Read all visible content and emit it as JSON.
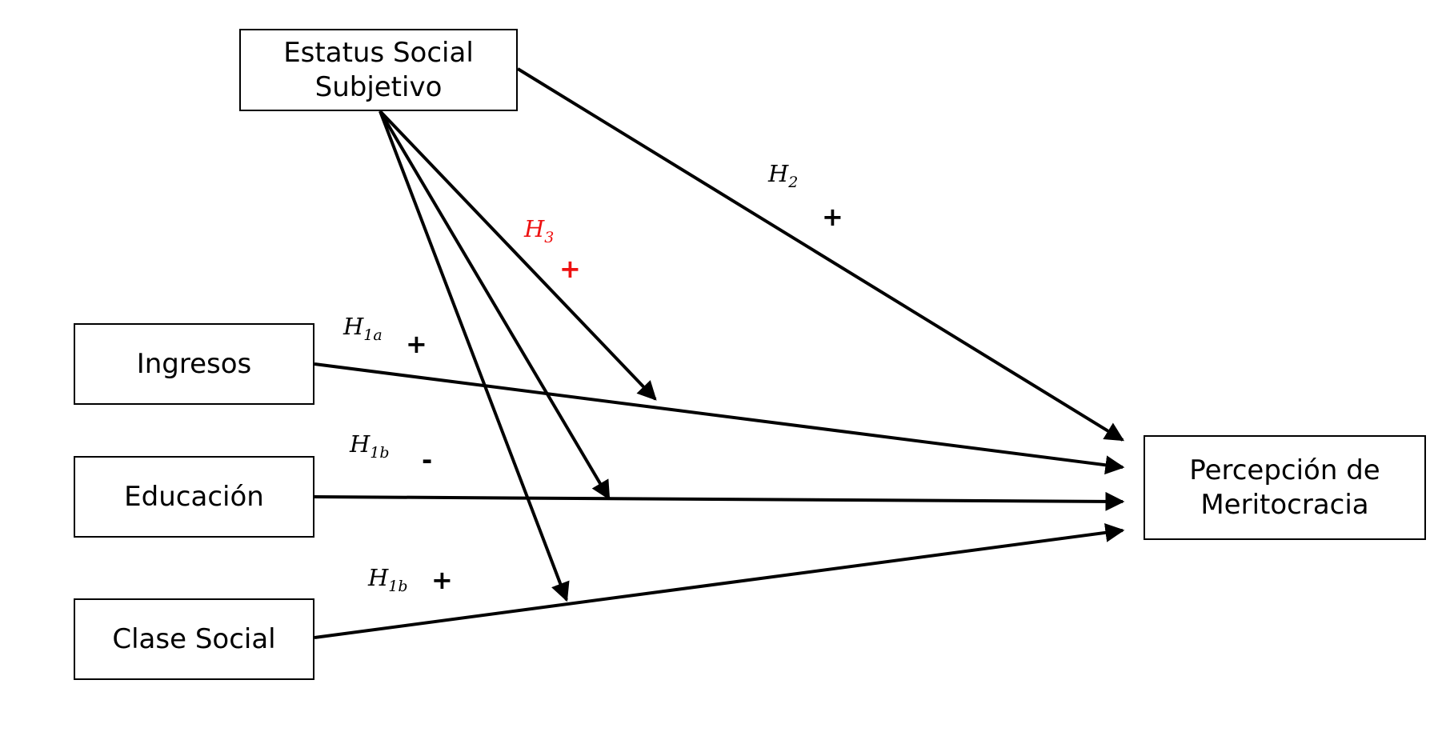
{
  "nodes": {
    "estatus": "Estatus Social Subjetivo",
    "ingresos": "Ingresos",
    "educacion": "Educación",
    "clase": "Clase Social",
    "percepcion": "Percepción de Meritocracia"
  },
  "hypotheses": {
    "h2": {
      "letter": "H",
      "sub": "2",
      "sign": "+"
    },
    "h3": {
      "letter": "H",
      "sub": "3",
      "sign": "+"
    },
    "h1a": {
      "letter": "H",
      "sub": "1a",
      "sign": "+"
    },
    "h1b_edu": {
      "letter": "H",
      "sub": "1b",
      "sign": "-"
    },
    "h1b_clase": {
      "letter": "H",
      "sub": "1b",
      "sign": "+"
    }
  },
  "colors": {
    "lines": "#000000",
    "h3_highlight": "#ee1111"
  }
}
